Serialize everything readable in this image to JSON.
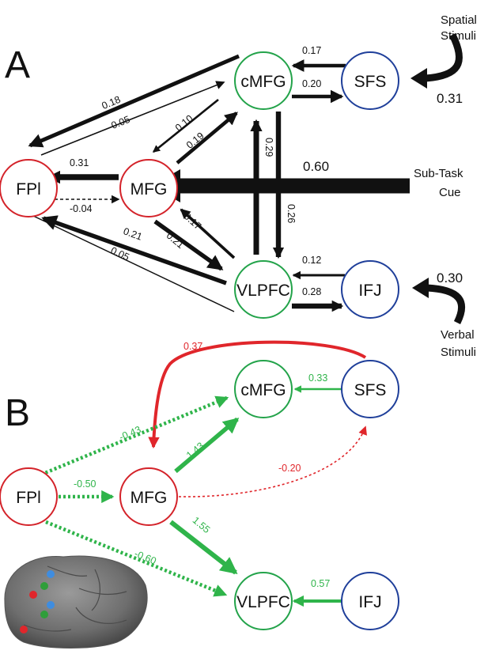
{
  "panel_a": {
    "letter": "A",
    "nodes": {
      "fpl": "FPl",
      "mfg": "MFG",
      "cmfg": "cMFG",
      "sfs": "SFS",
      "vlpfc": "VLPFC",
      "ifj": "IFJ"
    },
    "edges": {
      "cmfg_fpl": "0.18",
      "fpl_cmfg": "0.05",
      "mfg_cmfg": "0.19",
      "cmfg_mfg": "0.10",
      "mfg_fpl": "0.31",
      "fpl_mfg": "-0.04",
      "vlpfc_mfg": "0.17",
      "mfg_vlpfc": "0.21",
      "vlpfc_fpl": "0.21",
      "fpl_vlpfc": "0.05",
      "sfs_cmfg": "0.17",
      "cmfg_sfs": "0.20",
      "vlpfc_cmfg": "0.29",
      "cmfg_vlpfc": "0.26",
      "ifj_vlpfc": "0.12",
      "vlpfc_ifj": "0.28",
      "cue_mfg": "0.60",
      "spatial_sfs": "0.31",
      "verbal_ifj": "0.30"
    },
    "inputs": {
      "spatial_line1": "Spatial",
      "spatial_line2": "Stimuli",
      "cue_line1": "Sub-Task",
      "cue_line2": "Cue",
      "verbal_line1": "Verbal",
      "verbal_line2": "Stimuli"
    }
  },
  "panel_b": {
    "letter": "B",
    "nodes": {
      "fpl": "FPl",
      "mfg": "MFG",
      "cmfg": "cMFG",
      "sfs": "SFS",
      "vlpfc": "VLPFC",
      "ifj": "IFJ"
    },
    "edges": {
      "sfs_mfg": "0.37",
      "fpl_cmfg": "-0.43",
      "sfs_cmfg": "0.33",
      "mfg_cmfg": "1.43",
      "fpl_mfg": "-0.50",
      "mfg_sfs": "-0.20",
      "mfg_vlpfc": "1.55",
      "fpl_vlpfc": "-0.60",
      "ifj_vlpfc": "0.57"
    }
  },
  "colors": {
    "prefrontal_red": "#d4232a",
    "motor_green": "#23a34a",
    "sensory_blue": "#1f3f9a",
    "positive_green": "#2fb44a",
    "negative_red": "#e0262b",
    "arrow_black": "#111111"
  }
}
